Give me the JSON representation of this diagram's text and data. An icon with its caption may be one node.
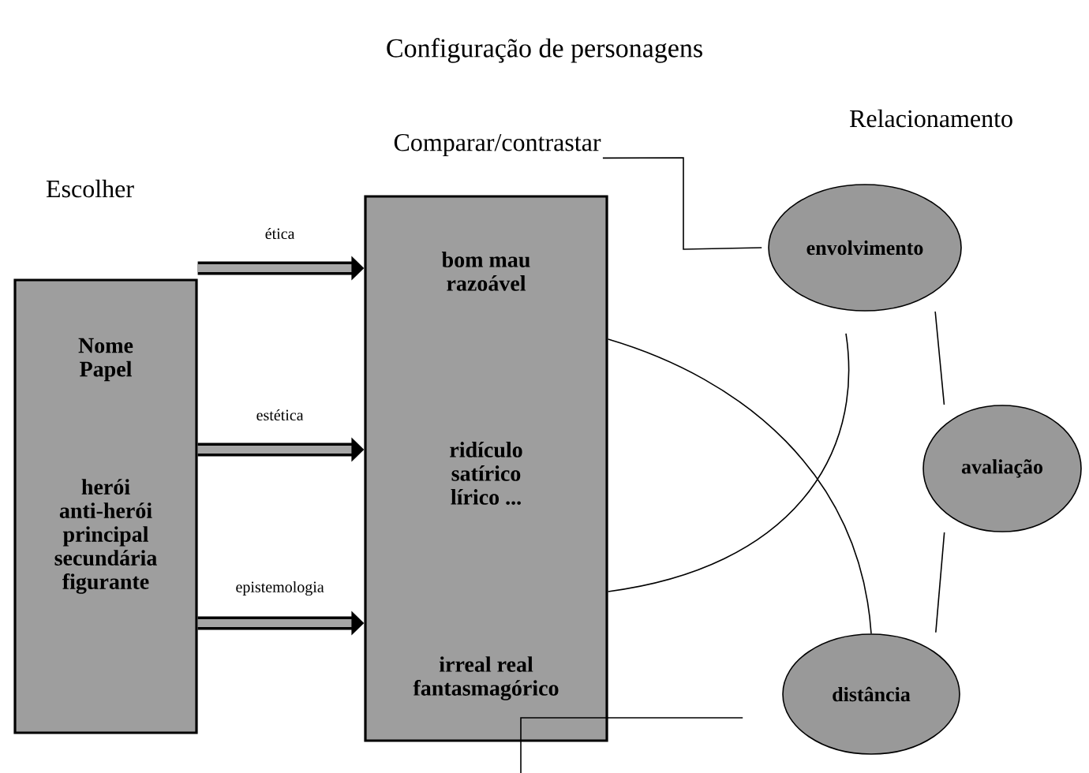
{
  "diagram": {
    "title": "Configuração de personagens",
    "nodes": [
      {
        "text": [
          "Escolher",
          "Nome Papel",
          "herói anti-herói principal secundária figurante"
        ]
      },
      {
        "text": [
          "Comparar/contrastar"
        ]
      },
      {
        "text": [
          "bom mau razoável",
          "ridículo satírico lírico ...",
          "irreal real fantasmagórico"
        ]
      },
      {
        "text": [
          "envolvimento"
        ]
      },
      {
        "text": [
          "avaliação"
        ]
      },
      {
        "text": [
          "distância"
        ]
      }
    ],
    "edges": [
      {
        "from": 0,
        "to": 2,
        "arrow": "to",
        "label": "ética",
        "style": "thick"
      },
      {
        "from": 0,
        "to": 2,
        "arrow": "to",
        "label": "estética",
        "style": "thick"
      },
      {
        "from": 0,
        "to": 2,
        "arrow": "to",
        "label": "epistemologia",
        "style": "thick"
      },
      {
        "from": 1,
        "to": 3,
        "arrow": "none"
      },
      {
        "from": 2,
        "to": 5,
        "arrow": "none"
      },
      {
        "from": 2,
        "to": 3,
        "arrow": "none"
      },
      {
        "from": null,
        "to": 5,
        "arrow": "none"
      },
      {
        "from": 3,
        "to": 4,
        "arrow": "none"
      },
      {
        "from": 4,
        "to": 5,
        "arrow": "none"
      }
    ],
    "labels": [
      "Relacionamento"
    ]
  }
}
